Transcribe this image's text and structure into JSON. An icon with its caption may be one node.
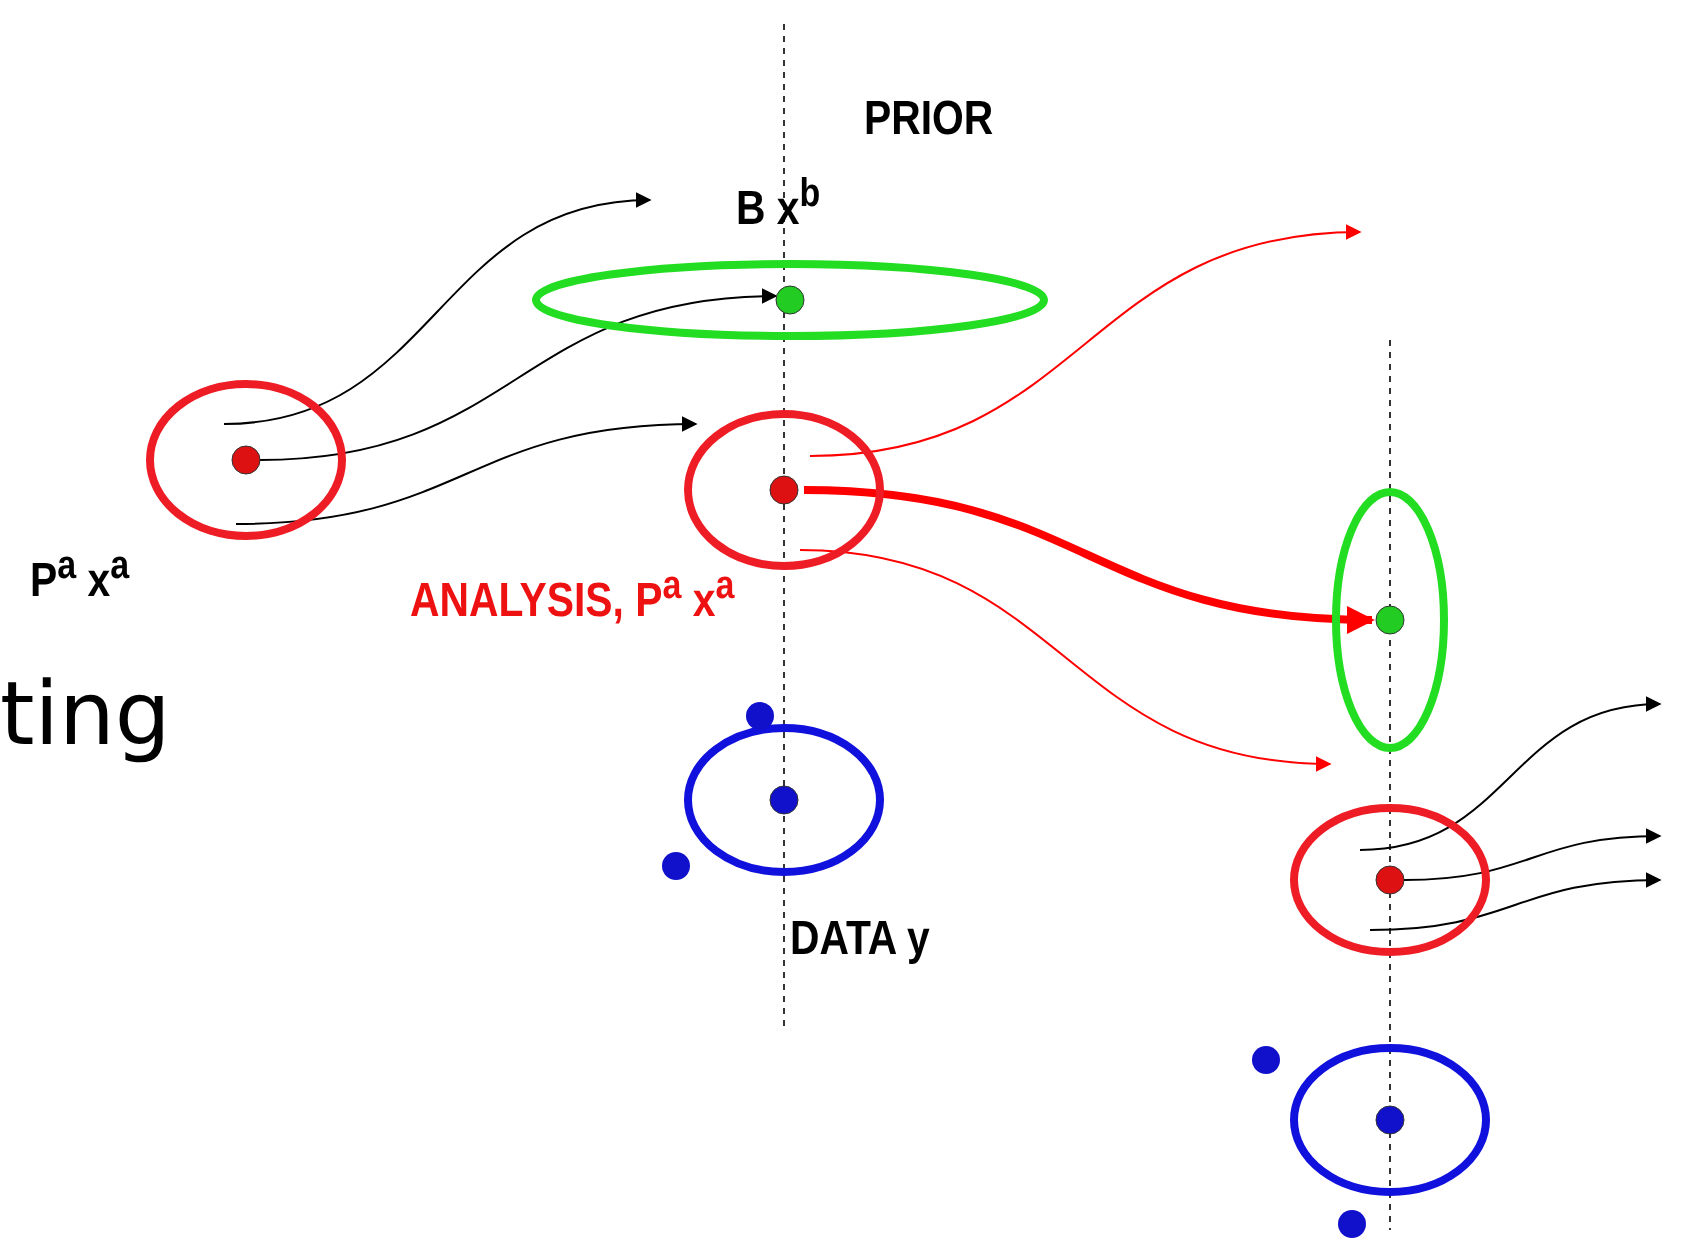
{
  "diagram": {
    "nodes": [
      {
        "text": [],
        "shape": "ellipse",
        "beside": [
          "P$^{a}$ x$^{a}$"
        ]
      },
      {
        "text": [],
        "shape": "ellipse",
        "beside": [
          "PRIOR",
          "B x$^{b}$"
        ]
      },
      {
        "text": [],
        "shape": "ellipse",
        "beside": [
          "ANALYSIS, P$^{a}$ x$^{a}$"
        ]
      },
      {
        "text": [],
        "shape": "ellipse",
        "beside": [
          "DATA y"
        ]
      },
      {
        "text": [],
        "shape": "ellipse"
      },
      {
        "text": [],
        "shape": "ellipse"
      },
      {
        "text": [],
        "shape": "ellipse"
      }
    ],
    "edges": [
      {
        "from": 0,
        "to": null,
        "arrow": "to"
      },
      {
        "from": 0,
        "to": 1,
        "arrow": "to"
      },
      {
        "from": 0,
        "to": 2,
        "arrow": "to"
      },
      {
        "from": 2,
        "to": null,
        "arrow": "to",
        "color": "#ff0000"
      },
      {
        "from": 2,
        "to": 4,
        "arrow": "to",
        "style": "thick",
        "color": "#ff0000"
      },
      {
        "from": 2,
        "to": 4,
        "arrow": "to",
        "color": "#ff0000"
      },
      {
        "from": 5,
        "to": null,
        "arrow": "to"
      },
      {
        "from": 5,
        "to": null,
        "arrow": "to"
      },
      {
        "from": 5,
        "to": null,
        "arrow": "to"
      }
    ],
    "labels": [
      "ting"
    ]
  }
}
